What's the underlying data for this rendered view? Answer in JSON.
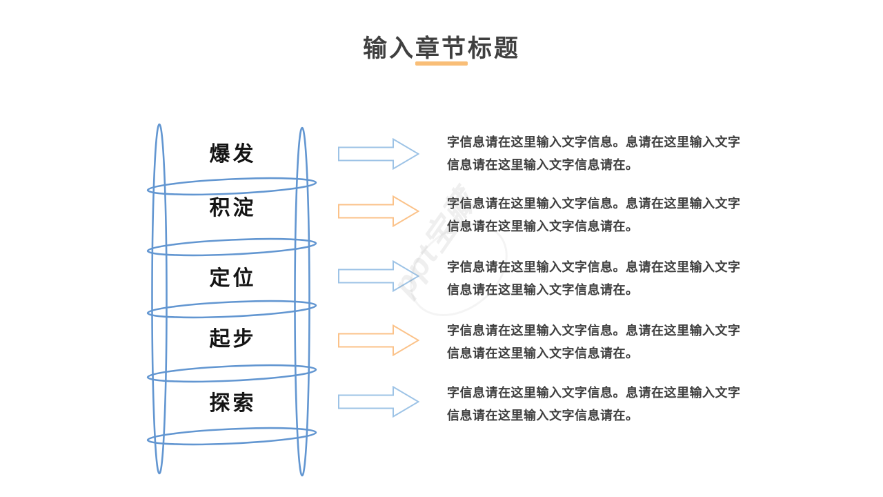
{
  "slide": {
    "title": "输入章节标题",
    "watermark_text": "ppt宝藏"
  },
  "rows": [
    {
      "label": "爆发",
      "arrow_color": "blue",
      "line1": "字信息请在这里输入文字信息。息请在这里输入文字",
      "line2": "信息请在这里输入文字信息请在。"
    },
    {
      "label": "积淀",
      "arrow_color": "orange",
      "line1": "字信息请在这里输入文字信息。息请在这里输入文字",
      "line2": "信息请在这里输入文字信息请在。"
    },
    {
      "label": "定位",
      "arrow_color": "blue",
      "line1": "字信息请在这里输入文字信息。息请在这里输入文字",
      "line2": "信息请在这里输入文字信息请在。"
    },
    {
      "label": "起步",
      "arrow_color": "orange",
      "line1": "字信息请在这里输入文字信息。息请在这里输入文字",
      "line2": "信息请在这里输入文字信息请在。"
    },
    {
      "label": "探索",
      "arrow_color": "blue",
      "line1": "字信息请在这里输入文字信息。息请在这里输入文字",
      "line2": "信息请在这里输入文字信息请在。"
    }
  ],
  "colors": {
    "title_text": "#3F3F3F",
    "title_underline": "#F9BE77",
    "ladder_stroke": "#6296D1",
    "arrow_blue": "#9DC3E6",
    "arrow_orange": "#FBC289",
    "body_text": "#3F3F3F",
    "label_text": "#141414",
    "background": "#FFFFFF"
  }
}
